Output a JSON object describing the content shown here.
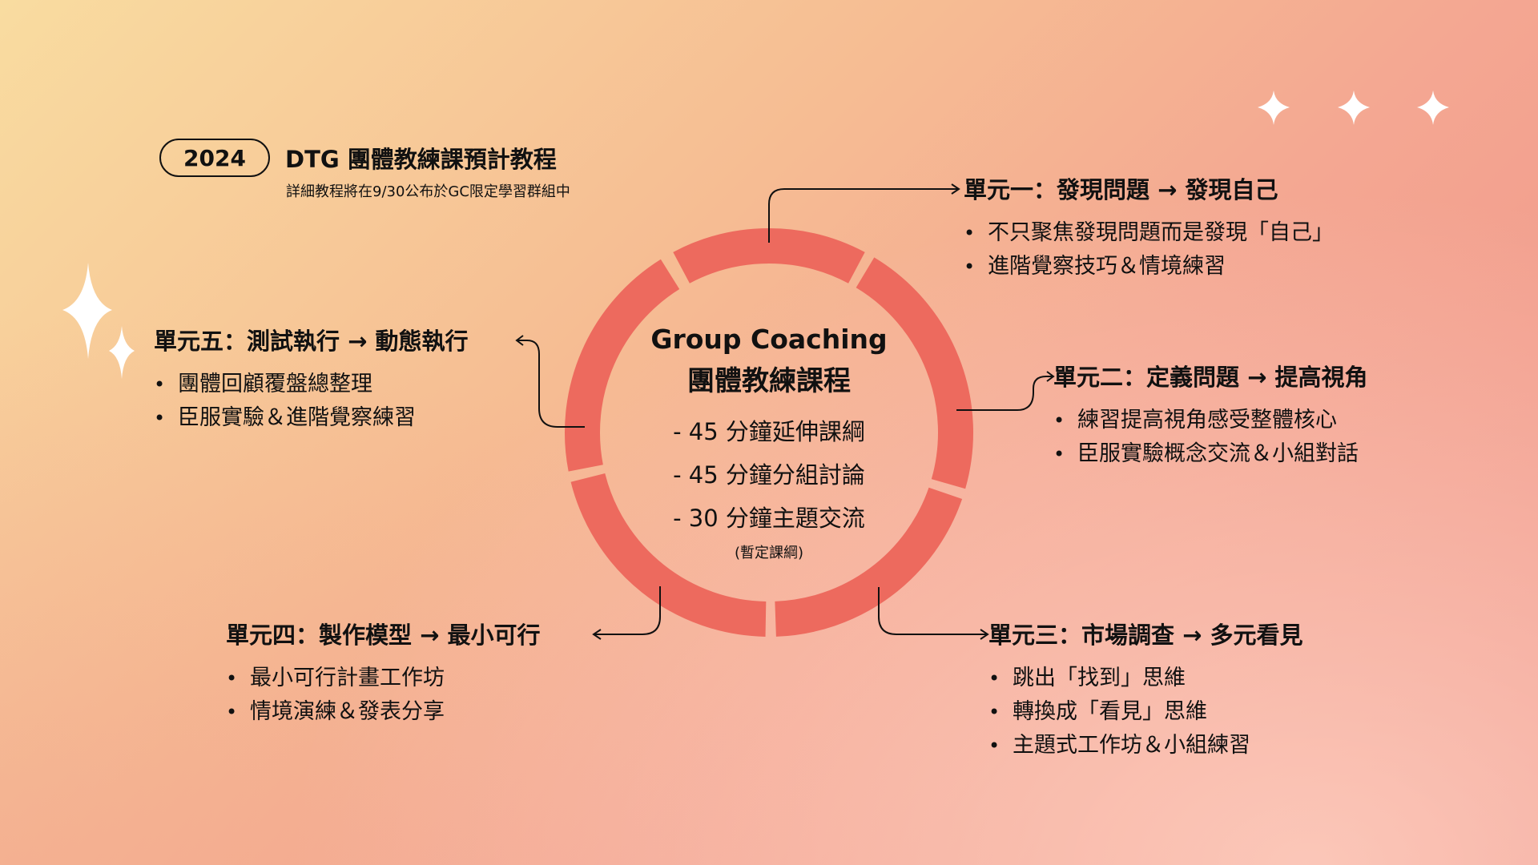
{
  "header": {
    "year": "2024",
    "title": "DTG 團體教練課預計教程",
    "subtitle": "詳細教程將在9/30公布於GC限定學習群組中"
  },
  "center": {
    "title_en": "Group Coaching",
    "title_zh": "團體教練課程",
    "lines": [
      "- 45 分鐘延伸課綱",
      "- 45 分鐘分組討論",
      "- 30 分鐘主題交流"
    ],
    "note": "(暫定課綱)"
  },
  "units": [
    {
      "title": "單元一：發現問題 → 發現自己",
      "items": [
        "不只聚焦發現問題而是發現「自己」",
        "進階覺察技巧＆情境練習"
      ]
    },
    {
      "title": "單元二：定義問題 → 提高視角",
      "items": [
        "練習提高視角感受整體核心",
        "臣服實驗概念交流＆小組對話"
      ]
    },
    {
      "title": "單元三：市場調查 → 多元看見",
      "items": [
        "跳出「找到」思維",
        "轉換成「看見」思維",
        "主題式工作坊＆小組練習"
      ]
    },
    {
      "title": "單元四：製作模型 → 最小可行",
      "items": [
        "最小可行計畫工作坊",
        "情境演練＆發表分享"
      ]
    },
    {
      "title": "單元五：測試執行 → 動態執行",
      "items": [
        "團體回顧覆盤總整理",
        "臣服實驗＆進階覺察練習"
      ]
    }
  ],
  "colors": {
    "ring": "#ed6a5e",
    "text": "#111111",
    "sparkle": "#ffffff"
  },
  "decorations": {
    "sparkle_icon": "four-point-star-icon",
    "arrow_icon": "arrow-icon"
  }
}
